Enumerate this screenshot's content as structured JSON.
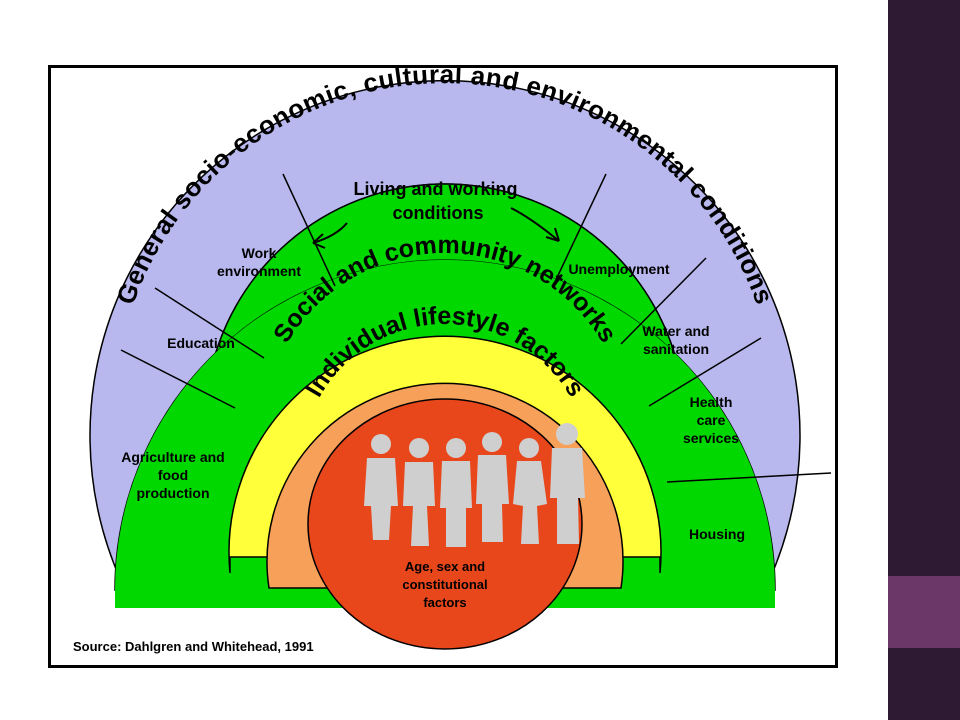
{
  "diagram": {
    "title": "",
    "outer_arc_label": "General socio-economic, cultural and environmental conditions",
    "social_label": "Social and community networks",
    "lifestyle_label": "Individual lifestyle factors",
    "living_label": "Living and working conditions",
    "core_label": "Age, sex and constitutional factors",
    "sectors": [
      "Agriculture and food production",
      "Education",
      "Work environment",
      "Unemployment",
      "Water and sanitation",
      "Health care services",
      "Housing"
    ],
    "source": "Source: Dahlgren and Whitehead, 1991"
  },
  "colors": {
    "outer_lavender": "#b8b8ee",
    "green": "#00d800",
    "yellow": "#ffff3a",
    "orange": "#f6a05a",
    "red": "#e8471b",
    "slide_dark": "#2e1a33",
    "slide_accent": "#6a3768"
  }
}
